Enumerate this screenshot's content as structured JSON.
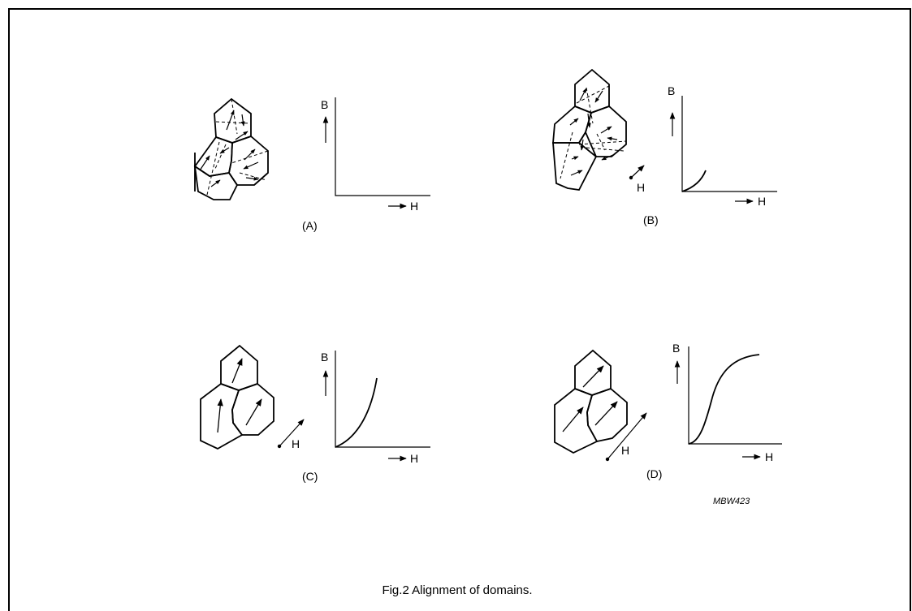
{
  "panels": [
    {
      "label": "(A)",
      "b_axis": "B",
      "h_axis": "H",
      "field_label": ""
    },
    {
      "label": "(B)",
      "b_axis": "B",
      "h_axis": "H",
      "field_label": "H"
    },
    {
      "label": "(C)",
      "b_axis": "B",
      "h_axis": "H",
      "field_label": "H"
    },
    {
      "label": "(D)",
      "b_axis": "B",
      "h_axis": "H",
      "field_label": "H"
    }
  ],
  "figure_code": "MBW423",
  "caption": "Fig.2  Alignment of domains."
}
